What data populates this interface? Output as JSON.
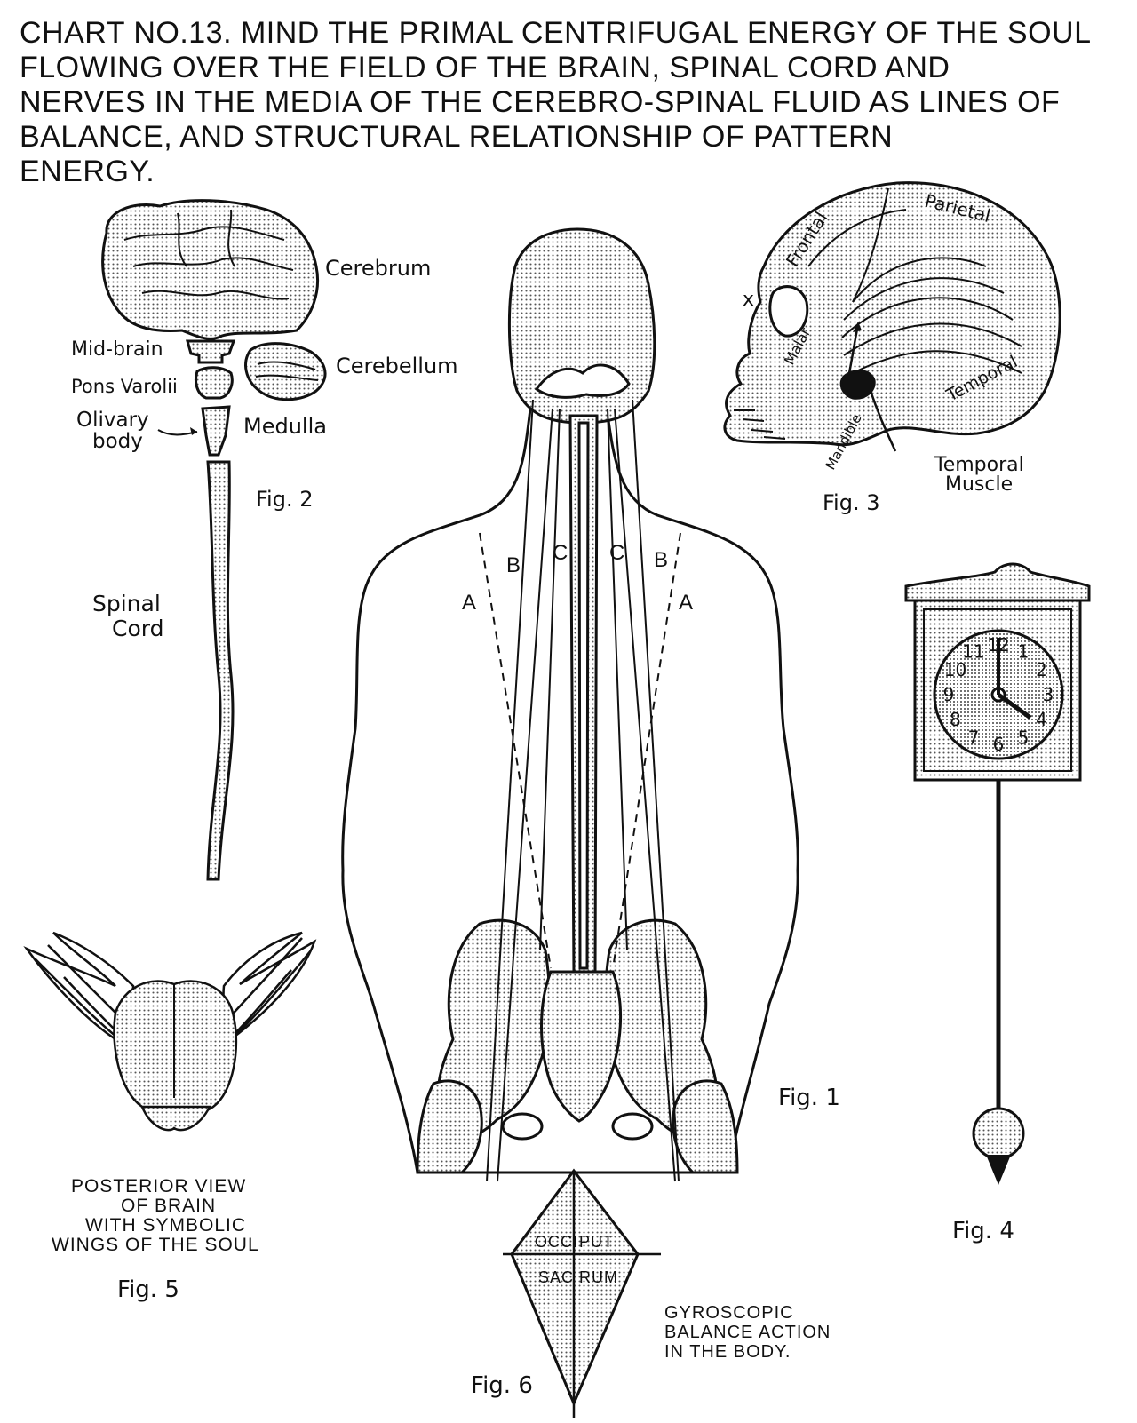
{
  "title": {
    "lines": [
      "CHART NO.13. MIND THE PRIMAL CENTRIFUGAL ENERGY OF THE SOUL",
      "FLOWING OVER THE FIELD OF THE BRAIN, SPINAL CORD AND",
      "NERVES IN THE MEDIA OF THE CEREBRO-SPINAL FLUID AS LINES OF",
      "BALANCE, AND STRUCTURAL RELATIONSHIP OF PATTERN",
      "ENERGY."
    ]
  },
  "fig2": {
    "cerebrum": "Cerebrum",
    "midbrain": "Mid-brain",
    "pons": "Pons Varolii",
    "cerebellum": "Cerebellum",
    "olivary1": "Olivary",
    "olivary2": "body",
    "medulla": "Medulla",
    "spinal1": "Spinal",
    "spinal2": "Cord",
    "caption": "Fig. 2"
  },
  "fig3": {
    "parietal": "Parietal",
    "frontal": "Frontal",
    "malar": "Malar",
    "temporal": "Temporal",
    "mandible": "Mandible",
    "muscle1": "Temporal",
    "muscle2": "Muscle",
    "x_mark": "x",
    "caption": "Fig. 3"
  },
  "fig1": {
    "line_a": "A",
    "line_b": "B",
    "line_c": "C",
    "caption": "Fig. 1"
  },
  "fig4": {
    "clock_numbers": [
      "12",
      "1",
      "2",
      "3",
      "4",
      "5",
      "6",
      "7",
      "8",
      "9",
      "10",
      "11"
    ],
    "caption": "Fig. 4"
  },
  "fig5": {
    "line1": "POSTERIOR VIEW",
    "line2": "OF BRAIN",
    "line3": "WITH SYMBOLIC",
    "line4": "WINGS OF THE SOUL",
    "caption": "Fig. 5"
  },
  "fig6": {
    "occiput_left": "OCCI",
    "occiput_right": "PUT",
    "sacrum_left": "SAC",
    "sacrum_right": "RUM",
    "note1": "GYROSCOPIC",
    "note2": "BALANCE ACTION",
    "note3": "IN THE BODY.",
    "caption": "Fig. 6"
  },
  "colors": {
    "ink": "#111111",
    "paper": "#ffffff",
    "stipple": "#bdbdbd"
  }
}
